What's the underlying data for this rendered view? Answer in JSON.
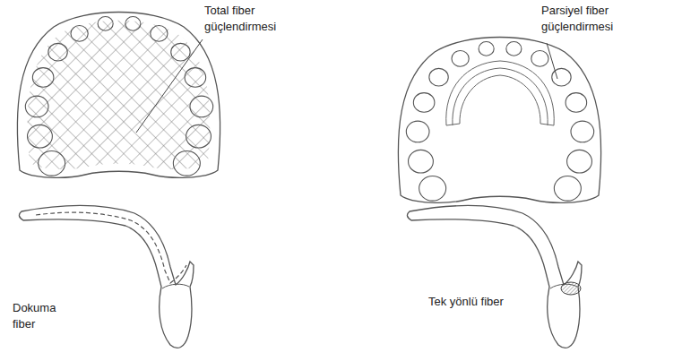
{
  "diagram": {
    "labels": [
      "Total fiber güçlendirmesi",
      "Parsiyel fiber güçlendirmesi",
      "Dokuma fiber",
      "Tek yönlü fiber"
    ]
  }
}
